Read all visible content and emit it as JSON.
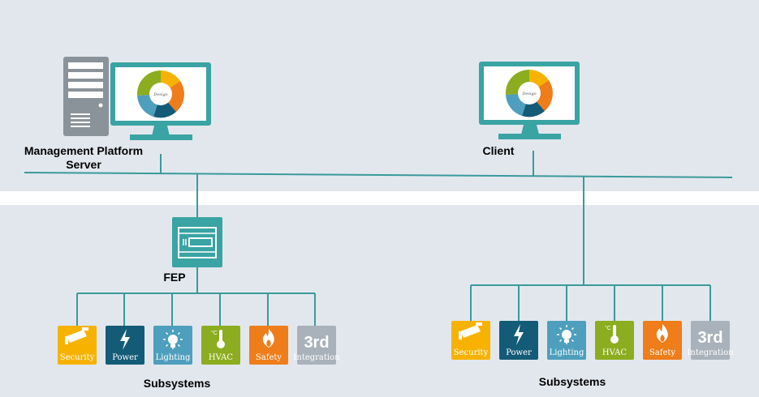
{
  "labels": {
    "server": [
      "Management Platform",
      "Server"
    ],
    "client": "Client",
    "fep": "FEP",
    "subsystems_left": "Subsystems",
    "subsystems_right": "Subsystems"
  },
  "monitor_logo_text": "Desigo",
  "subsystems": [
    {
      "label": "Security",
      "icon": "camera-icon",
      "color": "#f7b200"
    },
    {
      "label": "Power",
      "icon": "lightning-icon",
      "color": "#145b77"
    },
    {
      "label": "Lighting",
      "icon": "bulb-icon",
      "color": "#4e9fbd"
    },
    {
      "label": "HVAC",
      "icon": "thermometer-icon",
      "color": "#8bad1f"
    },
    {
      "label": "Safety",
      "icon": "fire-icon",
      "color": "#ee7d1a"
    },
    {
      "label": "Integration",
      "big": "3rd",
      "icon": "third-party-icon",
      "color": "#a9b2ba"
    }
  ],
  "colors": {
    "band_bg": "#e2e7ee",
    "teal": "#3aa3a3",
    "line": "#3a9a9a",
    "server_gray": "#8a9399"
  }
}
